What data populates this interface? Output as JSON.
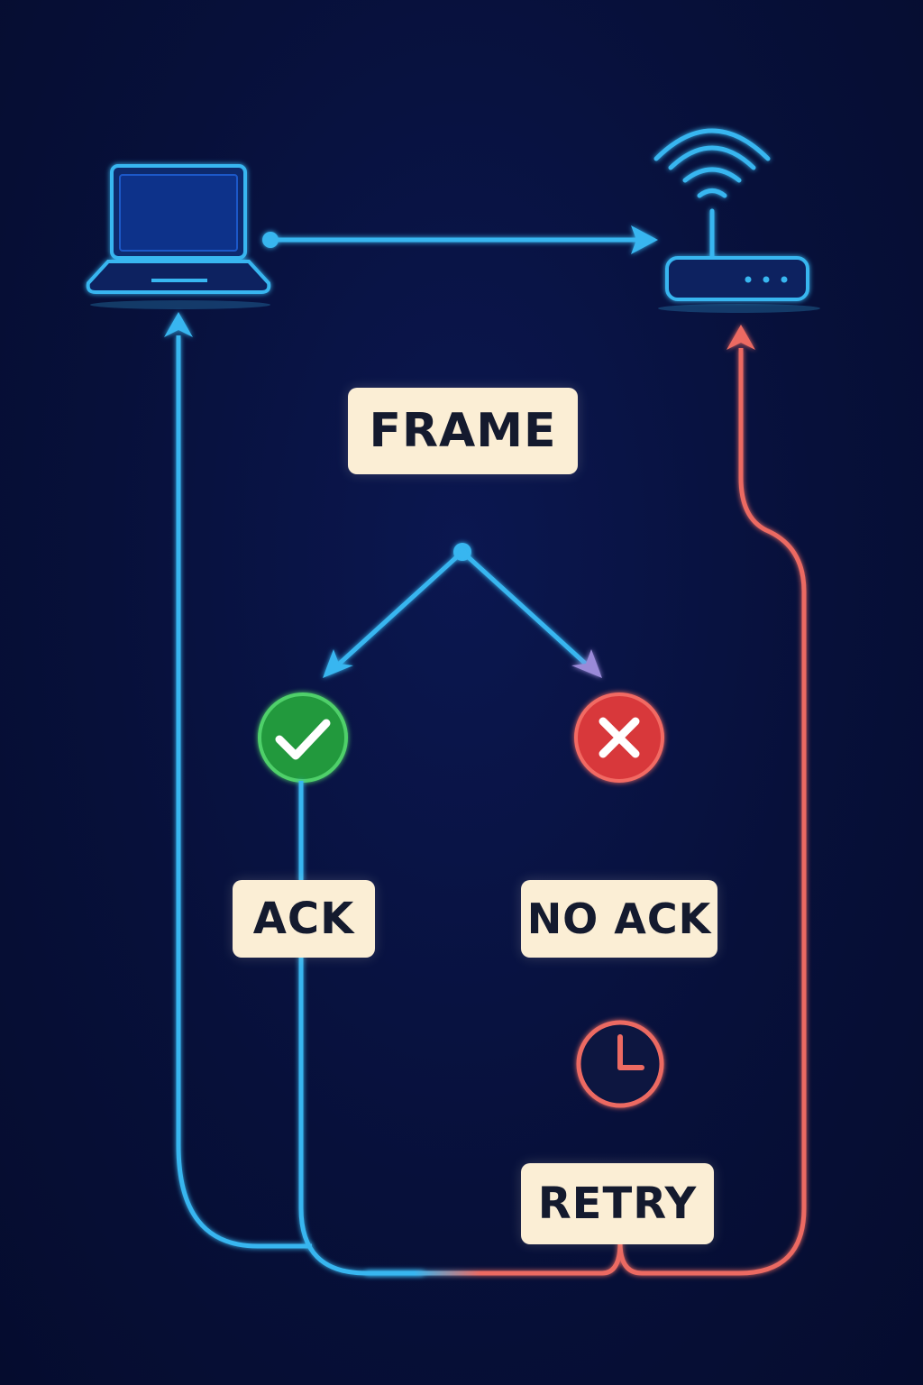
{
  "nodes": {
    "sender": {
      "icon": "laptop-icon"
    },
    "receiver": {
      "icon": "wifi-router-icon"
    },
    "success": {
      "icon": "check-icon",
      "color": "#2fa84a"
    },
    "failure": {
      "icon": "close-icon",
      "color": "#e0443e"
    },
    "timeout": {
      "icon": "clock-icon",
      "color": "#e8605a"
    }
  },
  "labels": {
    "frame": "FRAME",
    "ack": "ACK",
    "no_ack": "NO ACK",
    "retry": "RETRY"
  },
  "colors": {
    "background": "#07103a",
    "flow_blue": "#38b6f0",
    "retry_red": "#ec6a62",
    "label_bg": "#fbeed5",
    "label_text": "#141a2e"
  }
}
